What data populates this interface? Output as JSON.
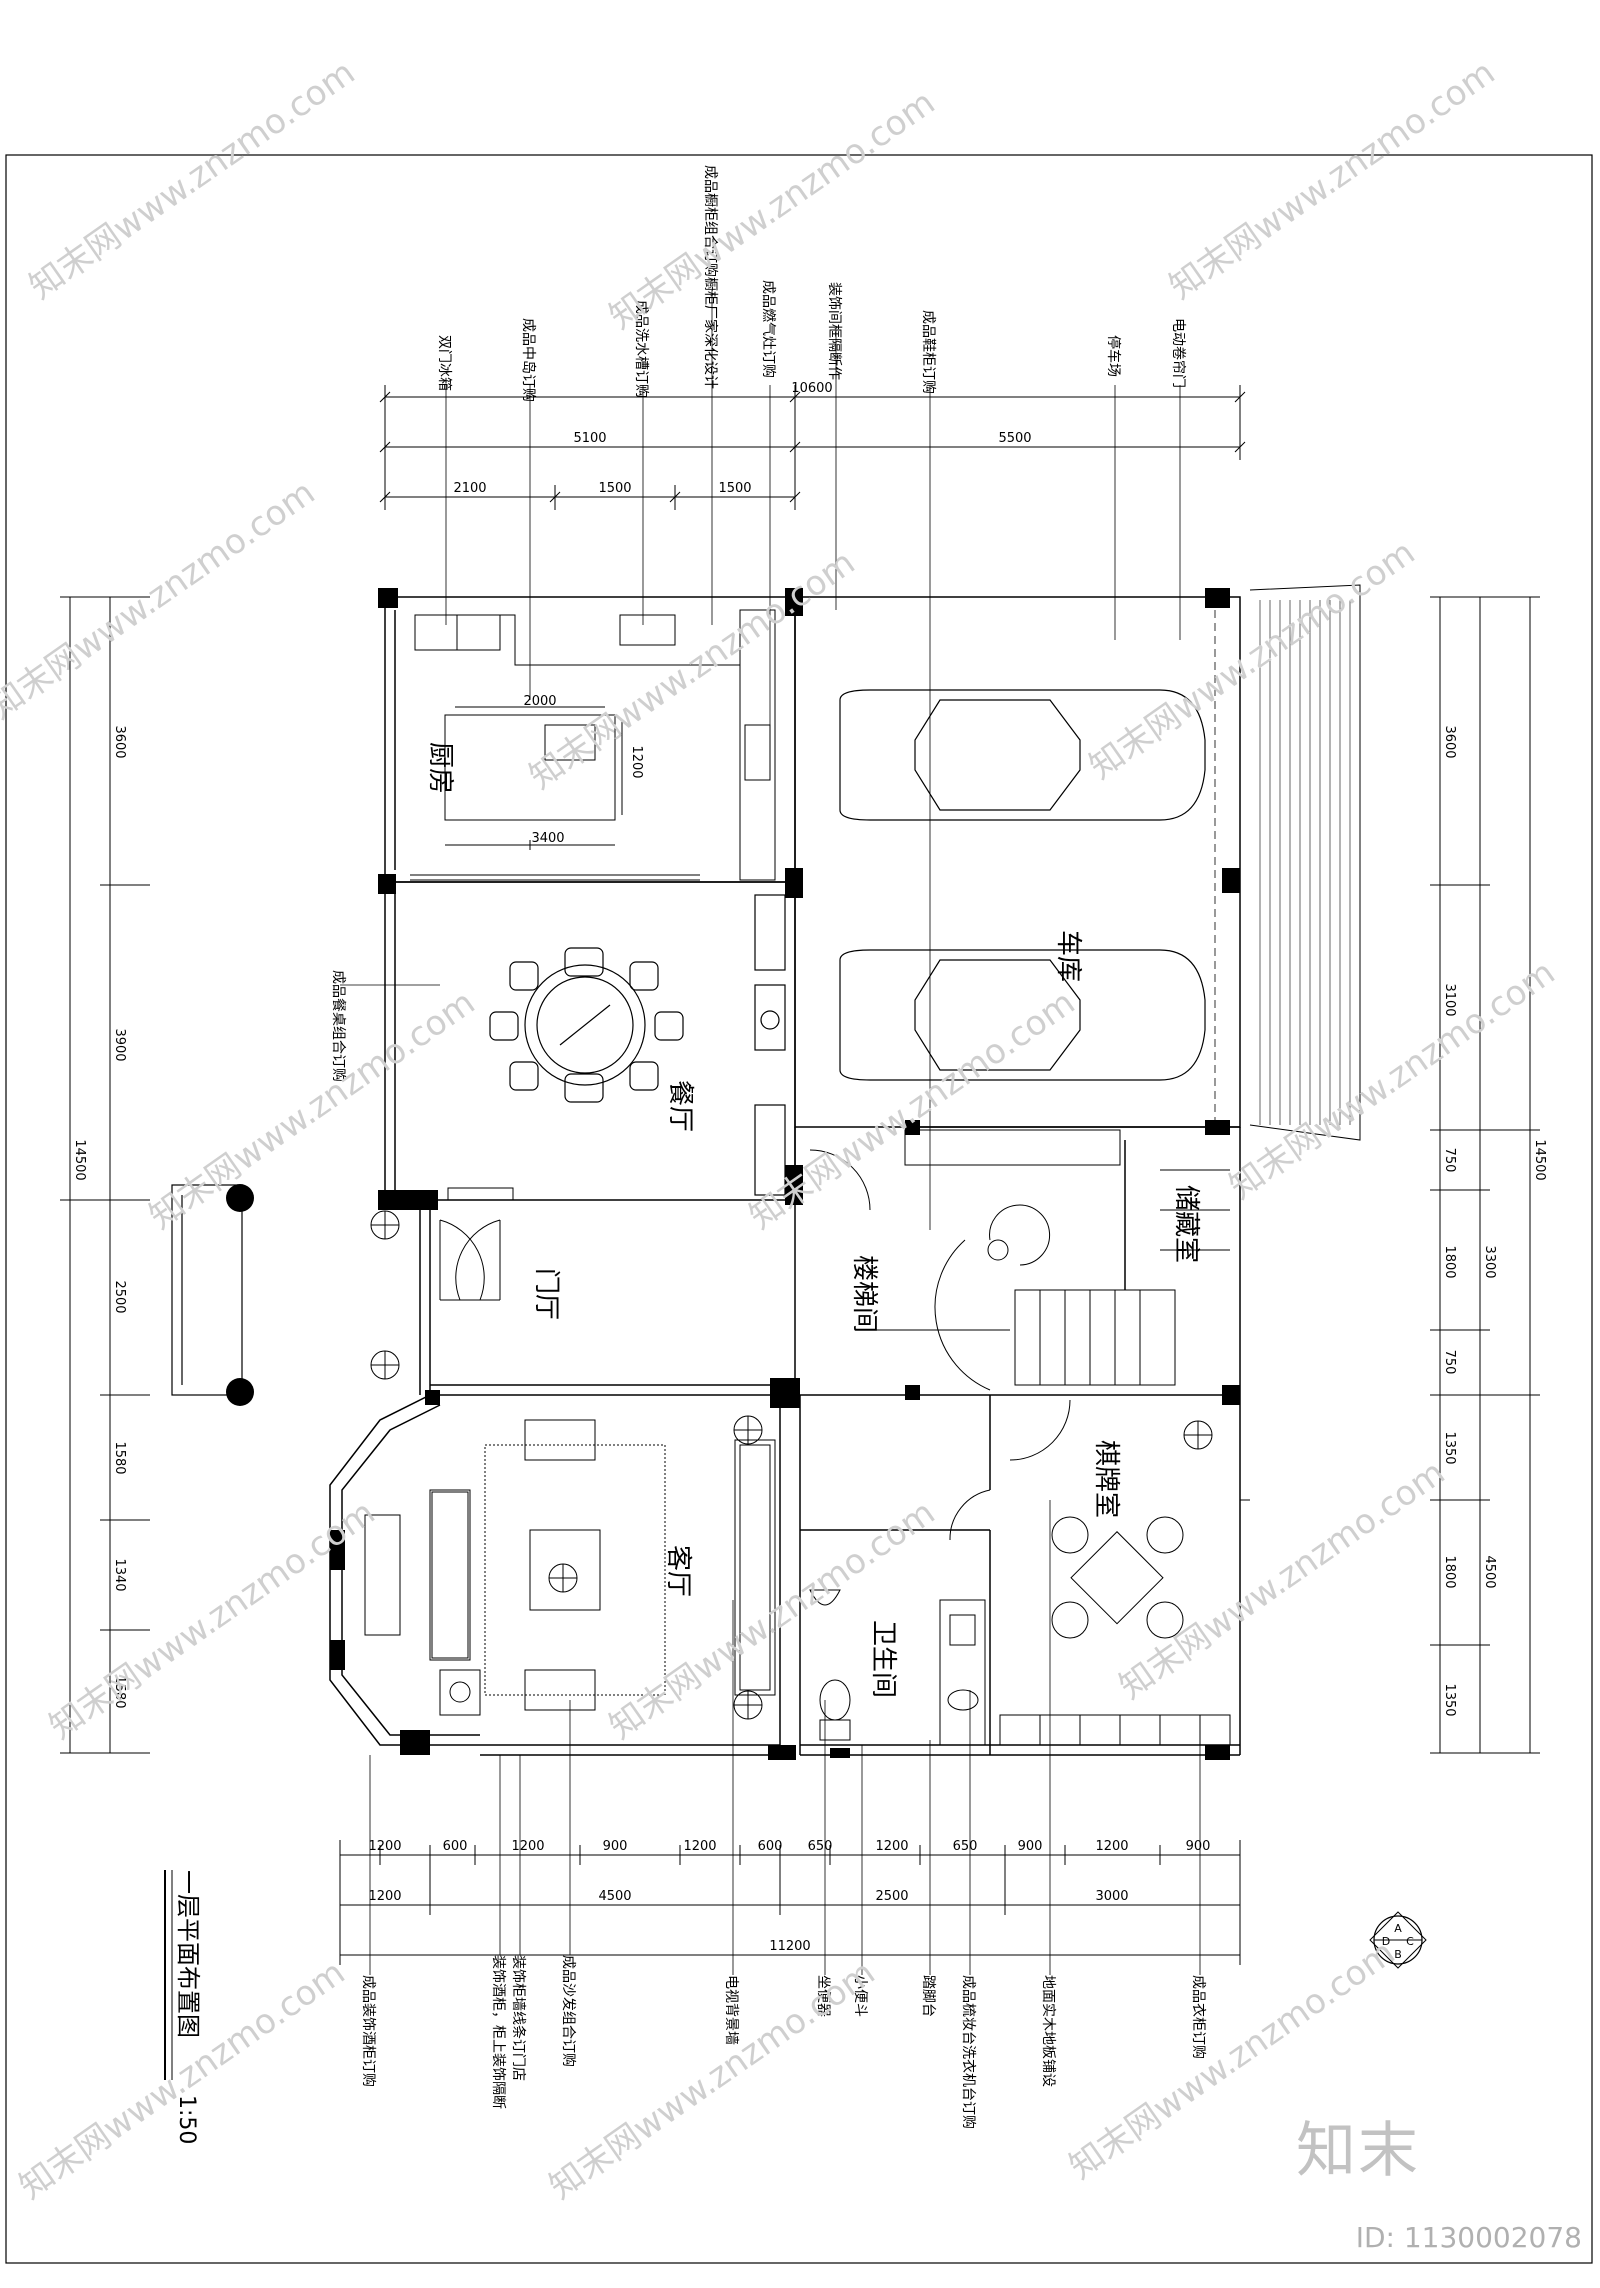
{
  "drawing": {
    "title": "一层平面布置图",
    "scale": "1:50"
  },
  "rooms": {
    "kitchen": "厨房",
    "dining": "餐厅",
    "entrance": "门厅",
    "stair": "楼梯间",
    "storage": "储藏室",
    "living": "客厅",
    "bath": "卫生间",
    "chess": "棋牌室",
    "garage": "车库"
  },
  "top_labels": [
    "双门冰箱",
    "成品中岛订购",
    "成品洗水槽订购",
    "成品橱柜组合订购橱柜厂家深化设计",
    "成品燃气灶订购",
    "装饰间框隔断作",
    "成品鞋柜订购",
    "停车场",
    "电动卷帘门"
  ],
  "left_label": "成品餐桌组合订购",
  "bottom_labels": [
    "成品装饰酒柜订购",
    "装饰酒柜，柜上装饰隔断",
    "装饰柜墙线条订门店",
    "成品沙发组合订购",
    "电视背景墙",
    "坐便器",
    "小便斗",
    "踏脚台",
    "成品梳妆台洗衣机台订购",
    "地面实木地板铺设",
    "成品衣柜订购"
  ],
  "dims": {
    "top_total": "10600",
    "top_mid": [
      "5100",
      "5500"
    ],
    "top_detail": [
      "2100",
      "1500",
      "1500"
    ],
    "left_total": "14500",
    "left_parts": [
      "3600",
      "3900",
      "2500",
      "1580",
      "1340",
      "1580"
    ],
    "right_total": "14500",
    "right_upper": [
      "3600",
      "3100"
    ],
    "right_detail": [
      "750",
      "1800",
      "750",
      "1350",
      "1800",
      "1350"
    ],
    "right_mid": [
      "3300",
      "4500"
    ],
    "bottom_row1": [
      "1200",
      "600",
      "1200",
      "900",
      "1200",
      "600",
      "650",
      "1200",
      "650",
      "900",
      "1200",
      "900"
    ],
    "bottom_row2": [
      "1200",
      "4500",
      "2500",
      "3000"
    ],
    "bottom_total": "11200",
    "island_w": "2000",
    "island_h": "1200",
    "kitchen_w": "3400"
  },
  "compass": [
    "A",
    "B",
    "C",
    "D"
  ],
  "watermark": {
    "text": "知末网www.znzmo.com",
    "brand": "知末",
    "id": "ID: 1130002078"
  }
}
